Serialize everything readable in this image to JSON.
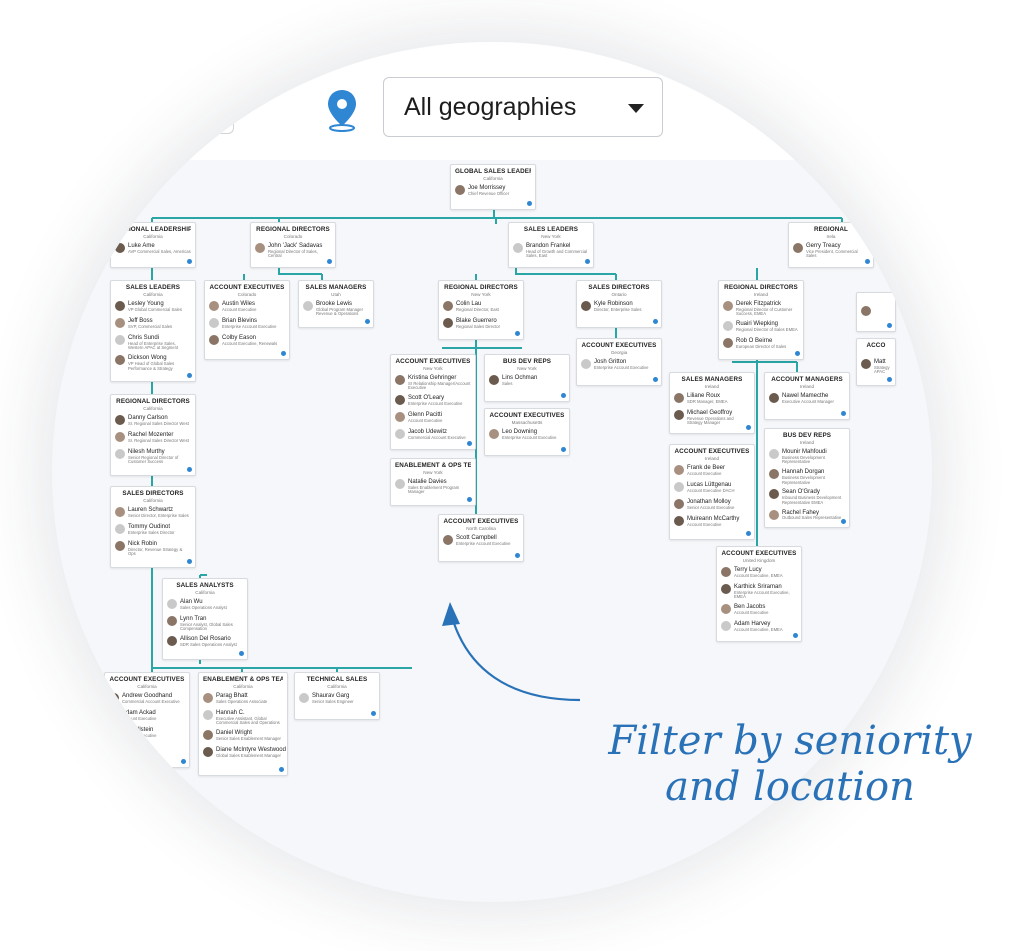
{
  "geo_filter": {
    "label": "All geographies",
    "icon": "location-pin-icon"
  },
  "annotation": {
    "line1": "Filter by seniority",
    "line2": "and location"
  },
  "colors": {
    "connector": "#2aa6a6",
    "accent": "#2f86d3",
    "annotation": "#2a72b8"
  },
  "cards": [
    {
      "id": "global",
      "title": "GLOBAL SALES LEADERSHI",
      "sub": "California",
      "people": [
        {
          "name": "Joe Morrissey",
          "role": "Chief Revenue Officer"
        }
      ]
    },
    {
      "id": "regional-leadership",
      "title": "REGIONAL LEADERSHIP",
      "sub": "California",
      "people": [
        {
          "name": "Luke Ame",
          "role": "AVP Commercial Sales, Americas"
        }
      ]
    },
    {
      "id": "regional-directors-co",
      "title": "REGIONAL DIRECTORS",
      "sub": "Colorado",
      "people": [
        {
          "name": "John 'Jack' Sadavas",
          "role": "Regional Director of Sales, Central"
        }
      ]
    },
    {
      "id": "sales-leaders-ny",
      "title": "SALES LEADERS",
      "sub": "New York",
      "people": [
        {
          "name": "Brandon Frankel",
          "role": "Head of Growth and Commercial Sales, East"
        }
      ]
    },
    {
      "id": "regional-ie",
      "title": "REGIONAL",
      "sub": "Irela",
      "people": [
        {
          "name": "Gerry Treacy",
          "role": "Vice President, Commercial Sales"
        }
      ]
    },
    {
      "id": "sales-leaders-ca",
      "title": "SALES LEADERS",
      "sub": "California",
      "people": [
        {
          "name": "Lesley Young",
          "role": "VP Global Commercial Sales"
        },
        {
          "name": "Jeff Boss",
          "role": "SVP, Commercial Sales"
        },
        {
          "name": "Chris Sundi",
          "role": "Head of Enterprise Sales, Western APAC at Segment"
        },
        {
          "name": "Dickson Wong",
          "role": "VP Head of Global Sales Performance & Strategy"
        }
      ]
    },
    {
      "id": "account-execs-co",
      "title": "ACCOUNT EXECUTIVES",
      "sub": "Colorado",
      "people": [
        {
          "name": "Austin Wiles",
          "role": "Account Executive"
        },
        {
          "name": "Brian Blevins",
          "role": "Enterprise Account Executive"
        },
        {
          "name": "Colby Eason",
          "role": "Account Executive, Renewals"
        }
      ]
    },
    {
      "id": "sales-managers-ut",
      "title": "SALES MANAGERS",
      "sub": "Utah",
      "people": [
        {
          "name": "Brooke Lewis",
          "role": "Global Program Manager Revenue & Operations"
        }
      ]
    },
    {
      "id": "regional-directors-ny",
      "title": "REGIONAL DIRECTORS",
      "sub": "New York",
      "people": [
        {
          "name": "Colin Lau",
          "role": "Regional Director, East"
        },
        {
          "name": "Blake Guerrero",
          "role": "Regional Sales Director"
        }
      ]
    },
    {
      "id": "sales-directors-on",
      "title": "SALES DIRECTORS",
      "sub": "Ontario",
      "people": [
        {
          "name": "Kyle Robinson",
          "role": "Director, Enterprise Sales"
        }
      ]
    },
    {
      "id": "regional-directors-ie",
      "title": "REGIONAL DIRECTORS",
      "sub": "Ireland",
      "people": [
        {
          "name": "Derek Fitzpatrick",
          "role": "Regional Director of Customer Success, EMEA"
        },
        {
          "name": "Ruairi Wiepking",
          "role": "Regional Director of Sales EMEA"
        },
        {
          "name": "Rob O Beirne",
          "role": "European Director of Sales"
        }
      ]
    },
    {
      "id": "account-execs-ga",
      "title": "ACCOUNT EXECUTIVES",
      "sub": "Georgia",
      "people": [
        {
          "name": "Josh Gritton",
          "role": "Enterprise Account Executive"
        }
      ]
    },
    {
      "id": "account-execs-ny",
      "title": "ACCOUNT EXECUTIVES",
      "sub": "New York",
      "people": [
        {
          "name": "Kristina Gehringer",
          "role": "Sr Relationship Manager/Account Executive"
        },
        {
          "name": "Scott O'Leary",
          "role": "Enterprise Account Executive"
        },
        {
          "name": "Glenn Pacitti",
          "role": "Account Executive"
        },
        {
          "name": "Jacob Udewitz",
          "role": "Commercial Account Executive"
        }
      ]
    },
    {
      "id": "bus-dev-ny",
      "title": "BUS DEV REPS",
      "sub": "New York",
      "people": [
        {
          "name": "Lins Ochman",
          "role": "Sales"
        }
      ]
    },
    {
      "id": "account-execs-ma",
      "title": "ACCOUNT EXECUTIVES",
      "sub": "Massachusetts",
      "people": [
        {
          "name": "Leo Downing",
          "role": "Enterprise Account Executive"
        }
      ]
    },
    {
      "id": "enable-ny",
      "title": "ENABLEMENT & OPS TEAM",
      "sub": "New York",
      "people": [
        {
          "name": "Natalie Davies",
          "role": "Sales Enablement Program Manager"
        }
      ]
    },
    {
      "id": "account-execs-nc",
      "title": "ACCOUNT EXECUTIVES",
      "sub": "North Carolina",
      "people": [
        {
          "name": "Scott Campbell",
          "role": "Enterprise Account Executive"
        }
      ]
    },
    {
      "id": "regional-directors-ca",
      "title": "REGIONAL DIRECTORS",
      "sub": "California",
      "people": [
        {
          "name": "Danny Carlson",
          "role": "Sr. Regional Sales Director West"
        },
        {
          "name": "Rachel Mozenter",
          "role": "Sr. Regional Sales Director West"
        },
        {
          "name": "Nilesh Murthy",
          "role": "Senior Regional Director of Customer Success"
        }
      ]
    },
    {
      "id": "sales-directors-ca",
      "title": "SALES DIRECTORS",
      "sub": "California",
      "people": [
        {
          "name": "Lauren Schwartz",
          "role": "Senior Director, Enterprise Sales"
        },
        {
          "name": "Tommy Oudinot",
          "role": "Enterprise Sales Director"
        },
        {
          "name": "Nick Robin",
          "role": "Director, Revenue Strategy & Ops"
        }
      ]
    },
    {
      "id": "sales-analysts-ca",
      "title": "SALES ANALYSTS",
      "sub": "California",
      "people": [
        {
          "name": "Alan Wu",
          "role": "Sales Operations Analyst"
        },
        {
          "name": "Lynn Tran",
          "role": "Senior Analyst, Global Sales Compensation"
        },
        {
          "name": "Allison Del Rosario",
          "role": "SDR Sales Operations Analyst"
        }
      ]
    },
    {
      "id": "sales-managers-ie",
      "title": "SALES MANAGERS",
      "sub": "Ireland",
      "people": [
        {
          "name": "Liliane Roux",
          "role": "SDR Manager, EMEA"
        },
        {
          "name": "Michael Geoffroy",
          "role": "Revenue Operations and Strategy Manager"
        }
      ]
    },
    {
      "id": "account-managers-ie",
      "title": "ACCOUNT MANAGERS",
      "sub": "Ireland",
      "people": [
        {
          "name": "Nawel Mamecthe",
          "role": "Executive Account Manager"
        }
      ]
    },
    {
      "id": "account-execs-ie",
      "title": "ACCOUNT EXECUTIVES",
      "sub": "Ireland",
      "people": [
        {
          "name": "Frank de Beer",
          "role": "Account Executive"
        },
        {
          "name": "Lucas Lüttgenau",
          "role": "Account Executive DACH"
        },
        {
          "name": "Jonathan Molloy",
          "role": "Senior Account Executive"
        },
        {
          "name": "Muireann McCarthy",
          "role": "Account Executive"
        }
      ]
    },
    {
      "id": "bus-dev-ie",
      "title": "BUS DEV REPS",
      "sub": "Ireland",
      "people": [
        {
          "name": "Mounir Mahfoudi",
          "role": "Business Development Representative"
        },
        {
          "name": "Hannah Dorgan",
          "role": "Business Development Representative"
        },
        {
          "name": "Sean O'Grady",
          "role": "Inbound Business Development Representative EMEA"
        },
        {
          "name": "Rachel Fahey",
          "role": "Outbound Sales Representative"
        }
      ]
    },
    {
      "id": "account-execs-uk",
      "title": "ACCOUNT EXECUTIVES",
      "sub": "United Kingdom",
      "people": [
        {
          "name": "Terry Lucy",
          "role": "Account Executive, EMEA"
        },
        {
          "name": "Karthick Sriraman",
          "role": "Enterprise Account Executive, EMEA"
        },
        {
          "name": "Ben Jacobs",
          "role": "Account Executive"
        },
        {
          "name": "Adam Harvey",
          "role": "Account Executive, EMEA"
        }
      ]
    },
    {
      "id": "account-execs-ca",
      "title": "ACCOUNT EXECUTIVES",
      "sub": "California",
      "people": [
        {
          "name": "Andrew Goodhand",
          "role": "Commercial Account Executive"
        },
        {
          "name": "Adam Ackad",
          "role": "Account Executive"
        },
        {
          "name": "my Millstein",
          "role": "Account Executive"
        },
        {
          "name": "Mireshg",
          "role": "Account Executive"
        }
      ]
    },
    {
      "id": "enable-ca",
      "title": "ENABLEMENT & OPS TEAM",
      "sub": "California",
      "people": [
        {
          "name": "Parag Bhatt",
          "role": "Sales Operations Associate"
        },
        {
          "name": "Hannah C.",
          "role": "Executive Assistant, Global Commercial Sales and Operations"
        },
        {
          "name": "Daniel Wright",
          "role": "Senior Sales Enablement Manager"
        },
        {
          "name": "Diane McIntyre Westwood",
          "role": "Global Sales Enablement Manager"
        }
      ]
    },
    {
      "id": "technical-sales-ca",
      "title": "TECHNICAL SALES",
      "sub": "California",
      "people": [
        {
          "name": "Shaurav Garg",
          "role": "Senior Sales Engineer"
        }
      ]
    },
    {
      "id": "edge-1",
      "title": "",
      "sub": "",
      "people": [
        {
          "name": "",
          "role": ""
        }
      ]
    },
    {
      "id": "edge-2",
      "title": "ACCO",
      "sub": "",
      "people": [
        {
          "name": "Matt",
          "role": "Strategy APAC"
        }
      ]
    }
  ]
}
